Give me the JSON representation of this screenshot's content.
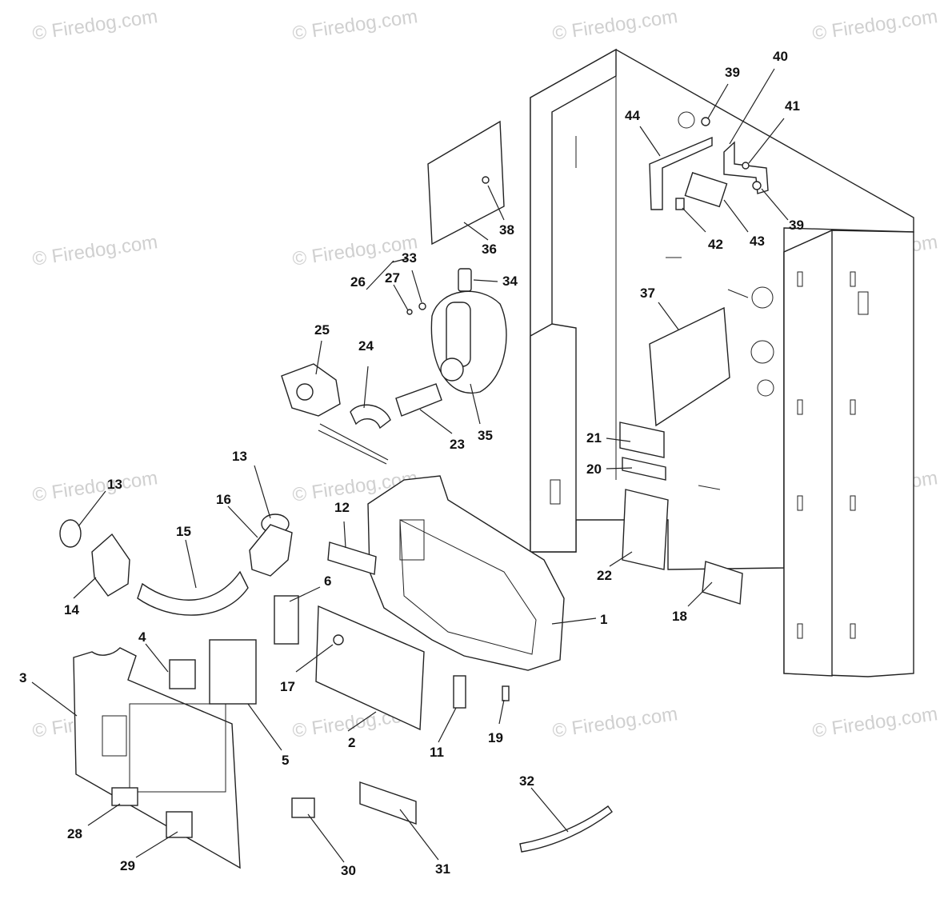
{
  "watermark": {
    "text": "© Firedog.com",
    "center_text": "© Firedog.com"
  },
  "callouts": [
    {
      "id": "1",
      "text": "1"
    },
    {
      "id": "2",
      "text": "2"
    },
    {
      "id": "3",
      "text": "3"
    },
    {
      "id": "4",
      "text": "4"
    },
    {
      "id": "5",
      "text": "5"
    },
    {
      "id": "6",
      "text": "6"
    },
    {
      "id": "11",
      "text": "11"
    },
    {
      "id": "12",
      "text": "12"
    },
    {
      "id": "13a",
      "text": "13"
    },
    {
      "id": "13b",
      "text": "13"
    },
    {
      "id": "14",
      "text": "14"
    },
    {
      "id": "15",
      "text": "15"
    },
    {
      "id": "16",
      "text": "16"
    },
    {
      "id": "17",
      "text": "17"
    },
    {
      "id": "18",
      "text": "18"
    },
    {
      "id": "19",
      "text": "19"
    },
    {
      "id": "20",
      "text": "20"
    },
    {
      "id": "21",
      "text": "21"
    },
    {
      "id": "22",
      "text": "22"
    },
    {
      "id": "23",
      "text": "23"
    },
    {
      "id": "24",
      "text": "24"
    },
    {
      "id": "25",
      "text": "25"
    },
    {
      "id": "26",
      "text": "26"
    },
    {
      "id": "27",
      "text": "27"
    },
    {
      "id": "28",
      "text": "28"
    },
    {
      "id": "29",
      "text": "29"
    },
    {
      "id": "30",
      "text": "30"
    },
    {
      "id": "31",
      "text": "31"
    },
    {
      "id": "32",
      "text": "32"
    },
    {
      "id": "33",
      "text": "33"
    },
    {
      "id": "34",
      "text": "34"
    },
    {
      "id": "35",
      "text": "35"
    },
    {
      "id": "36",
      "text": "36"
    },
    {
      "id": "37",
      "text": "37"
    },
    {
      "id": "38",
      "text": "38"
    },
    {
      "id": "39a",
      "text": "39"
    },
    {
      "id": "39b",
      "text": "39"
    },
    {
      "id": "40",
      "text": "40"
    },
    {
      "id": "41",
      "text": "41"
    },
    {
      "id": "42",
      "text": "42"
    },
    {
      "id": "43",
      "text": "43"
    },
    {
      "id": "44",
      "text": "44"
    }
  ]
}
